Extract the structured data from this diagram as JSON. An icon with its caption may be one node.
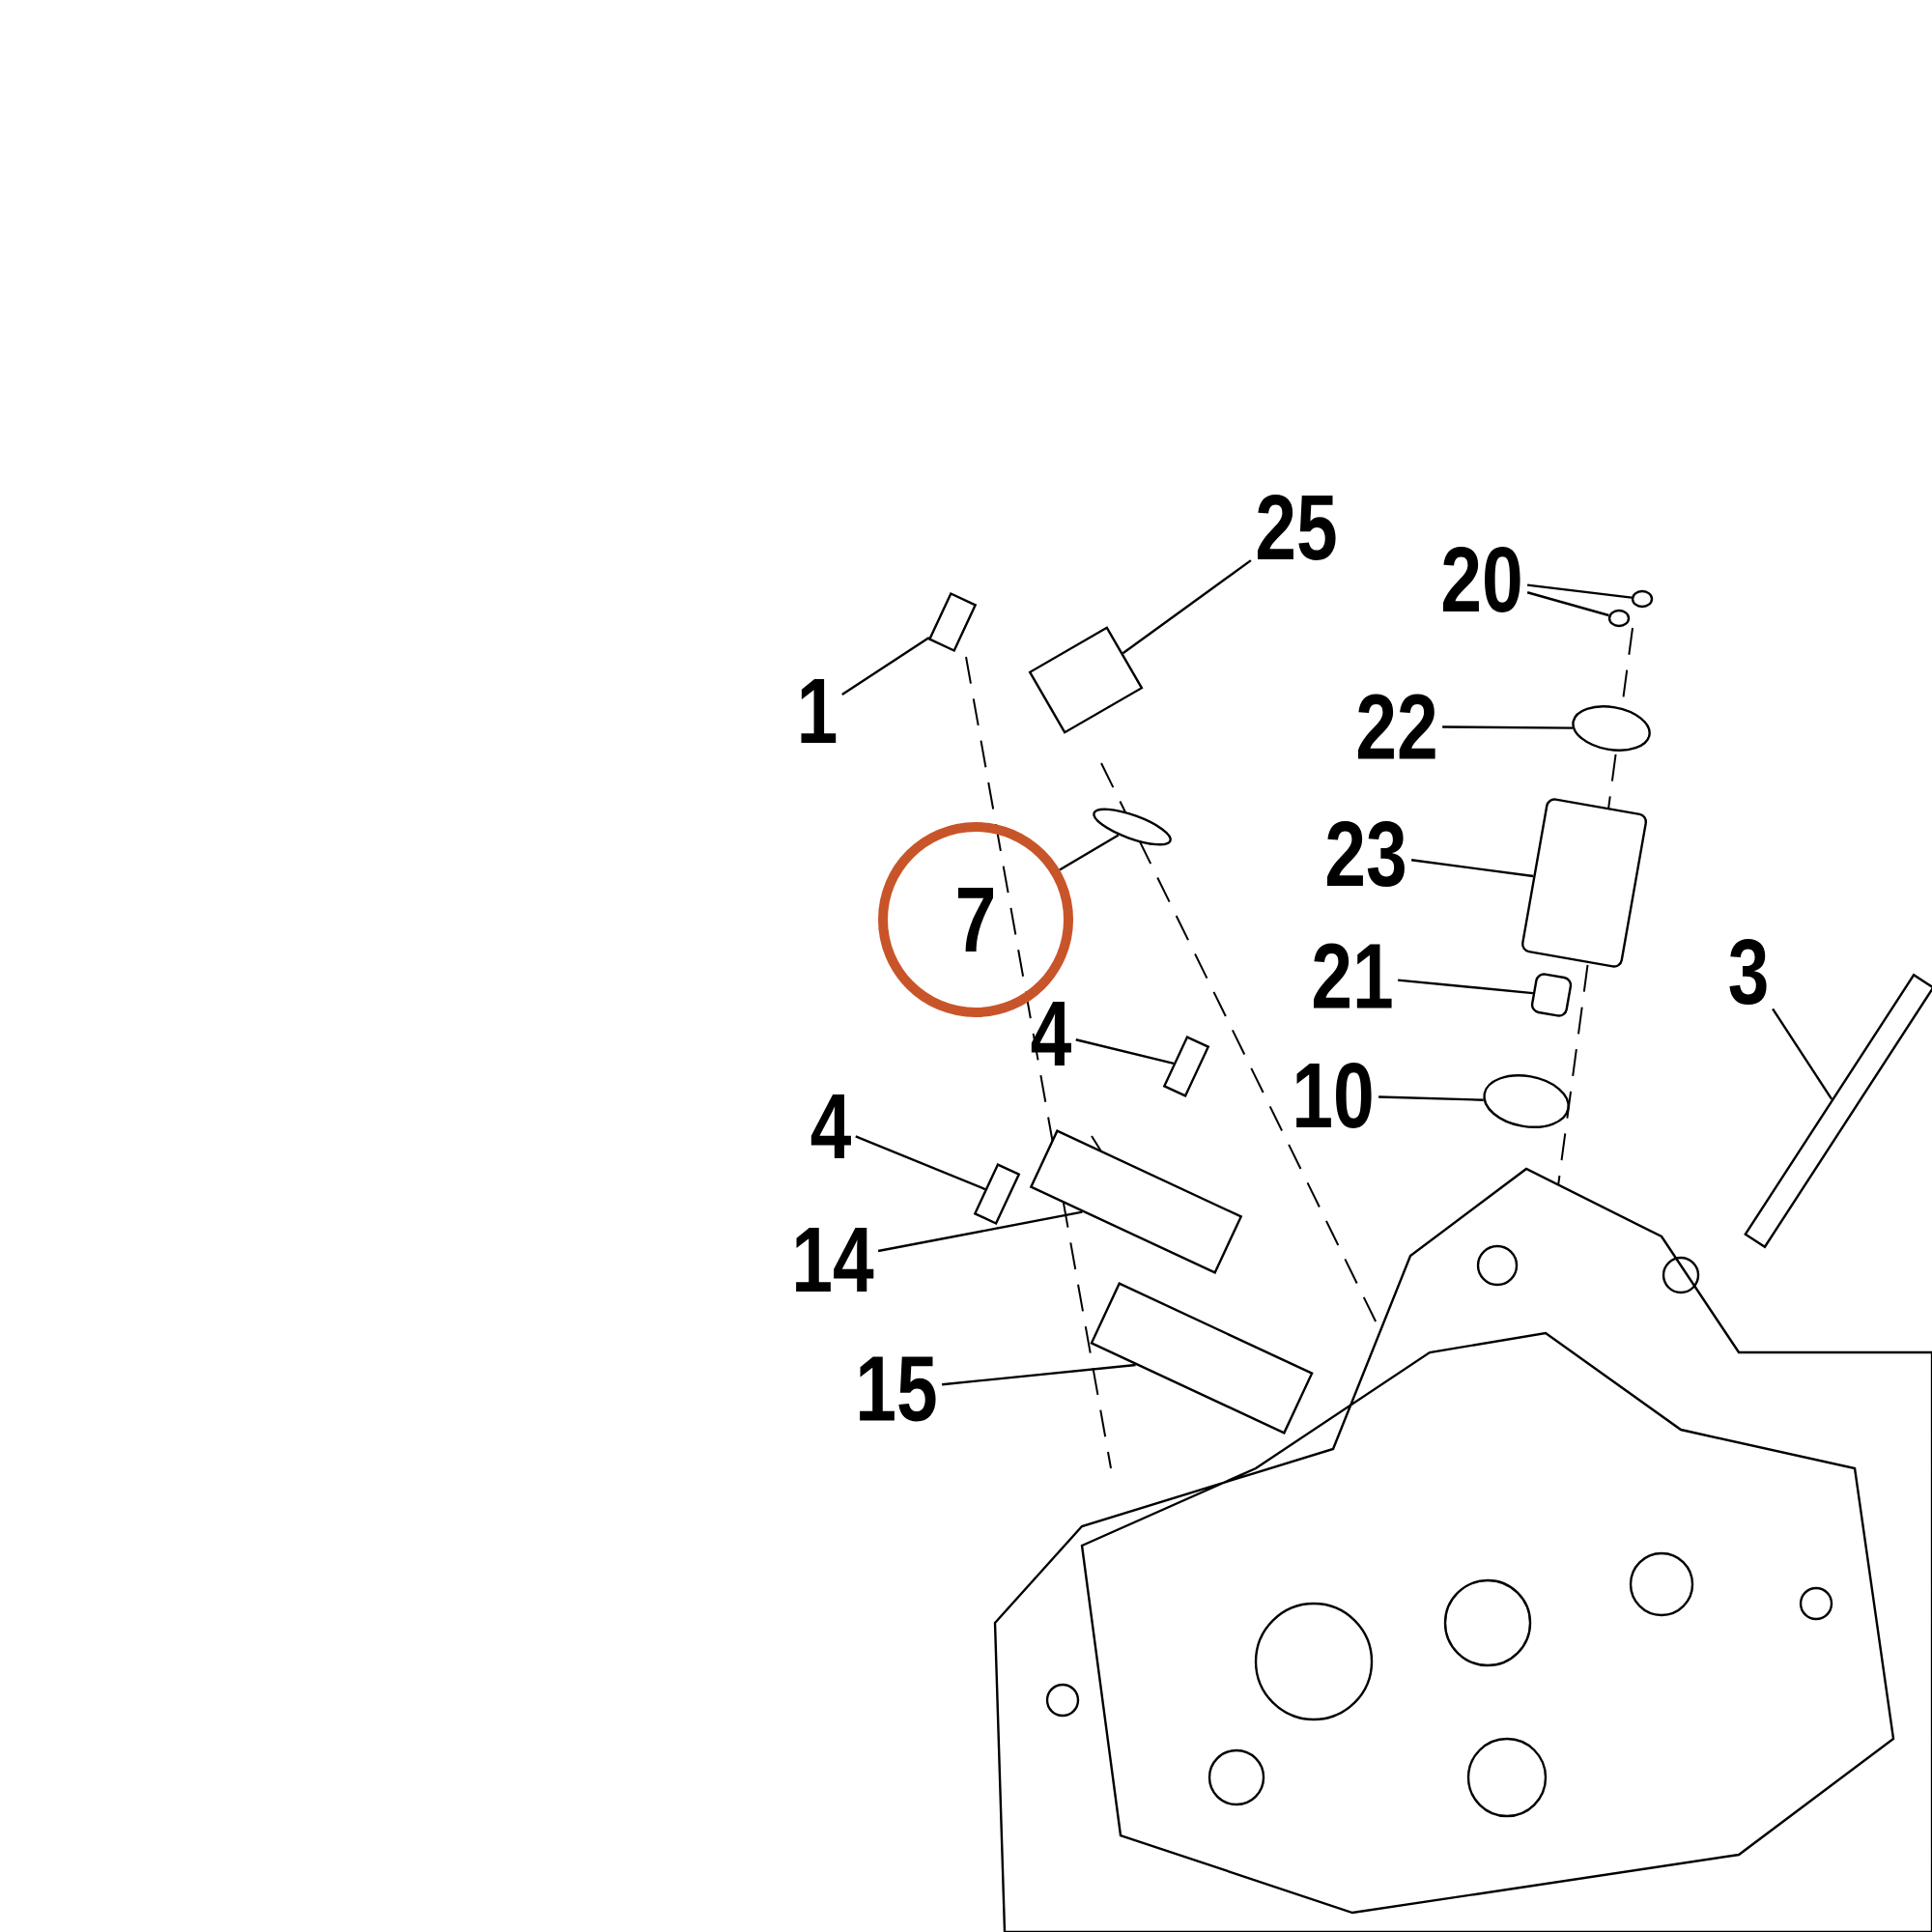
{
  "diagram": {
    "nodes": [
      {
        "text": [
          "25"
        ]
      },
      {
        "text": [
          "20"
        ]
      },
      {
        "text": [
          "1"
        ]
      },
      {
        "text": [
          "22"
        ]
      },
      {
        "text": [
          "23"
        ]
      },
      {
        "text": [
          "7"
        ]
      },
      {
        "text": [
          "21"
        ]
      },
      {
        "text": [
          "3"
        ]
      },
      {
        "text": [
          "4"
        ]
      },
      {
        "text": [
          "10"
        ]
      },
      {
        "text": [
          "4"
        ]
      },
      {
        "text": [
          "14"
        ]
      },
      {
        "text": [
          "15"
        ]
      },
      {
        "text": [],
        "shape": "box"
      },
      {
        "text": [],
        "shape": "box"
      },
      {
        "text": [],
        "shape": "circle"
      },
      {
        "text": [],
        "shape": "circle"
      },
      {
        "text": [],
        "shape": "circle"
      },
      {
        "text": [],
        "shape": "cylinder"
      },
      {
        "text": [],
        "shape": "cylinder"
      },
      {
        "text": [],
        "shape": "circle"
      },
      {
        "text": [],
        "shape": "circle"
      },
      {
        "text": [],
        "shape": "box"
      },
      {
        "text": [],
        "shape": "box"
      },
      {
        "text": [],
        "shape": "box"
      },
      {
        "text": [],
        "shape": "box"
      },
      {
        "text": [],
        "shape": "box"
      }
    ],
    "edges": [
      {
        "from": 0,
        "to": 14,
        "arrow": "none"
      },
      {
        "from": 1,
        "to": 15,
        "arrow": "none"
      },
      {
        "from": 1,
        "to": 16,
        "arrow": "none"
      },
      {
        "from": 2,
        "to": 13,
        "arrow": "none"
      },
      {
        "from": 3,
        "to": 17,
        "arrow": "none"
      },
      {
        "from": 4,
        "to": 18,
        "arrow": "none"
      },
      {
        "from": 5,
        "to": 21,
        "arrow": "none"
      },
      {
        "from": 6,
        "to": 19,
        "arrow": "none"
      },
      {
        "from": 7,
        "to": 26,
        "arrow": "none"
      },
      {
        "from": 8,
        "to": 22,
        "arrow": "none"
      },
      {
        "from": 9,
        "to": 20,
        "arrow": "none"
      },
      {
        "from": 10,
        "to": 23,
        "arrow": "none"
      },
      {
        "from": 11,
        "to": 24,
        "arrow": "none"
      },
      {
        "from": 12,
        "to": 25,
        "arrow": "none"
      }
    ]
  }
}
